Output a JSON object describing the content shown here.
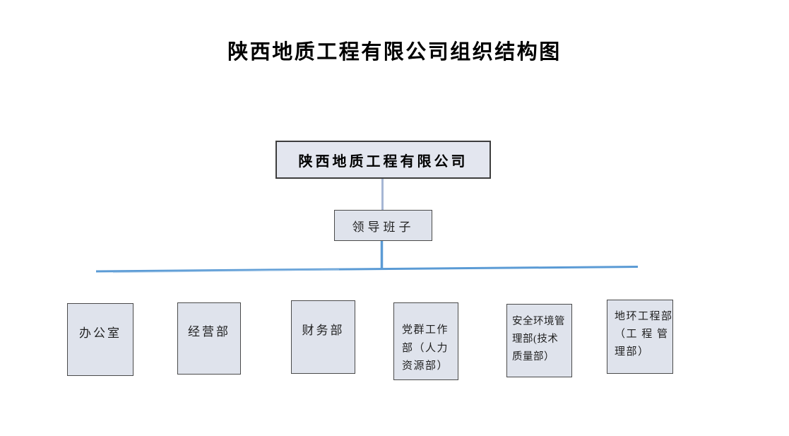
{
  "title": "陕西地质工程有限公司组织结构图",
  "root_box": {
    "label": "陕西地质工程有限公司"
  },
  "leadership_box": {
    "label": "领导班子"
  },
  "departments": [
    {
      "label": "办公室",
      "lines": [
        "办公室"
      ]
    },
    {
      "label": "经营部",
      "lines": [
        "经营部"
      ]
    },
    {
      "label": "财务部",
      "lines": [
        "财务部"
      ]
    },
    {
      "label": "党群工作部（人力资源部）",
      "lines": [
        "党群工作",
        "部（人力",
        "资源部）"
      ]
    },
    {
      "label": "安全环境管理部(技术质量部）",
      "lines": [
        "安全环境管",
        "理部(技术",
        "质量部）"
      ]
    },
    {
      "label": "地环工程部（工程管理部）",
      "lines": [
        "地环工程部",
        "（工 程 管",
        "理部）"
      ]
    }
  ],
  "colors": {
    "page_background": "#ffffff",
    "box_fill": "#dfe3ec",
    "root_box_fill": "#e3e6ef",
    "box_border": "#4a4a4a",
    "connector_gray_blue": "#a6b6d4",
    "connector_blue": "#5b9bd5",
    "connector_light_blue": "#9dc3e6",
    "title_color": "#000000"
  }
}
